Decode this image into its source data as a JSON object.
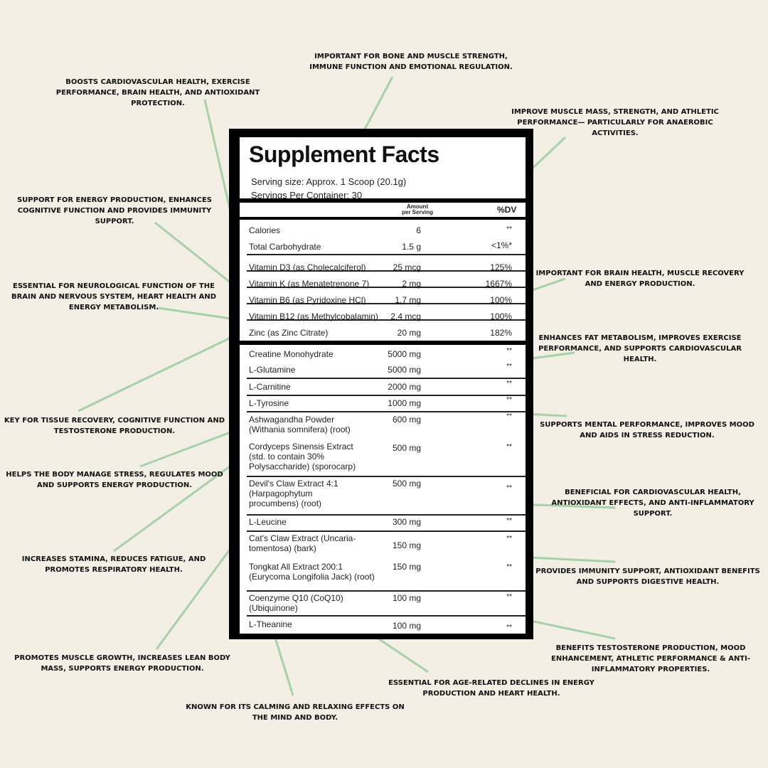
{
  "label": {
    "title": "Supplement Facts",
    "serving_size": "Serving size: Approx. 1 Scoop (20.1g)",
    "servings": "Servings Per Container: 30",
    "amount_header": [
      "Amount",
      "per Serving"
    ],
    "dv_header": "%DV"
  },
  "rows": [
    {
      "name": [
        "Calories"
      ],
      "amount": "6",
      "dv": "**"
    },
    {
      "name": [
        "Total Carbohydrate"
      ],
      "amount": "1.5 g",
      "dv": "<1%*"
    },
    {
      "name": [
        "Vitamin D3 (as Cholecalciferol)"
      ],
      "amount": "25 mcg",
      "dv": "125%"
    },
    {
      "name": [
        "Vitamin K (as Menatetrenone 7)"
      ],
      "amount": "2 mg",
      "dv": "1667%"
    },
    {
      "name": [
        "Vitamin B6 (as Pyridoxine HCl)"
      ],
      "amount": "1.7 mg",
      "dv": "100%"
    },
    {
      "name": [
        "Vitamin B12 (as Methylcobalamin)"
      ],
      "amount": "2.4 mcg",
      "dv": "100%"
    },
    {
      "name": [
        "Zinc (as Zinc Citrate)"
      ],
      "amount": "20 mg",
      "dv": "182%"
    },
    {
      "name": [
        "Creatine Monohydrate"
      ],
      "amount": "5000 mg",
      "dv": "**"
    },
    {
      "name": [
        "L-Glutamine"
      ],
      "amount": "5000 mg",
      "dv": "**"
    },
    {
      "name": [
        "L-Carnitine"
      ],
      "amount": "2000 mg",
      "dv": "**"
    },
    {
      "name": [
        "L-Tyrosine"
      ],
      "amount": "1000 mg",
      "dv": "**"
    },
    {
      "name": [
        "Ashwagandha Powder",
        "(Withania somnifera) (root)"
      ],
      "amount": "600 mg",
      "dv": "**"
    },
    {
      "name": [
        "Cordyceps Sinensis Extract",
        "(std. to contain 30%",
        "Polysaccharide) (sporocarp)"
      ],
      "amount": "500 mg",
      "dv": "**"
    },
    {
      "name": [
        "Devil's Claw Extract 4:1",
        "(Harpagophytum",
        "procumbens) (root)"
      ],
      "amount": "500 mg",
      "dv": "**"
    },
    {
      "name": [
        "L-Leucine"
      ],
      "amount": "300 mg",
      "dv": "**"
    },
    {
      "name": [
        "Cat's Claw Extract (Uncaria-",
        "tomentosa) (bark)"
      ],
      "amount": "150 mg",
      "dv": "**"
    },
    {
      "name": [
        "Tongkat All Extract 200:1",
        "(Eurycoma Longifolia Jack) (root)"
      ],
      "amount": "150 mg",
      "dv": "**"
    },
    {
      "name": [
        "Coenzyme Q10 (CoQ10)",
        "(Ubiquinone)"
      ],
      "amount": "100 mg",
      "dv": "**"
    },
    {
      "name": [
        "L-Theanine"
      ],
      "amount": "100 mg",
      "dv": "**"
    }
  ],
  "annotations": [
    {
      "lines": [
        "IMPORTANT FOR BONE AND MUSCLE STRENGTH,",
        "IMMUNE FUNCTION AND EMOTIONAL REGULATION."
      ],
      "target": "Vitamin D3"
    },
    {
      "lines": [
        "BOOSTS CARDIOVASCULAR HEALTH, EXERCISE",
        "PERFORMANCE, BRAIN HEALTH, AND ANTIOXIDANT",
        "PROTECTION."
      ],
      "target": "Vitamin K"
    },
    {
      "lines": [
        "IMPROVE MUSCLE MASS, STRENGTH, AND ATHLETIC",
        "PERFORMANCE— PARTICULARLY FOR ANAEROBIC",
        "ACTIVITIES."
      ],
      "target": "Creatine Monohydrate"
    },
    {
      "lines": [
        "SUPPORT FOR ENERGY PRODUCTION, ENHANCES",
        "COGNITIVE FUNCTION AND PROVIDES IMMUNITY",
        "SUPPORT."
      ],
      "target": "Vitamin B6"
    },
    {
      "lines": [
        "ESSENTIAL FOR NEUROLOGICAL FUNCTION OF THE",
        "BRAIN AND NERVOUS SYSTEM, HEART HEALTH AND",
        "ENERGY METABOLISM."
      ],
      "target": "Vitamin B12"
    },
    {
      "lines": [
        "IMPORTANT FOR BRAIN HEALTH, MUSCLE RECOVERY",
        "AND ENERGY PRODUCTION."
      ],
      "target": "L-Glutamine"
    },
    {
      "lines": [
        "ENHANCES FAT METABOLISM, IMPROVES EXERCISE",
        "PERFORMANCE, AND SUPPORTS CARDIOVASCULAR",
        "HEALTH."
      ],
      "target": "L-Carnitine"
    },
    {
      "lines": [
        "KEY FOR TISSUE RECOVERY, COGNITIVE FUNCTION AND",
        "TESTOSTERONE PRODUCTION."
      ],
      "target": "Zinc"
    },
    {
      "lines": [
        "SUPPORTS MENTAL PERFORMANCE, IMPROVES MOOD",
        "AND AIDS IN STRESS REDUCTION."
      ],
      "target": "L-Tyrosine"
    },
    {
      "lines": [
        "HELPS THE BODY MANAGE STRESS, REGULATES MOOD",
        "AND SUPPORTS ENERGY PRODUCTION."
      ],
      "target": "Ashwagandha Powder"
    },
    {
      "lines": [
        "BENEFICIAL FOR CARDIOVASCULAR HEALTH,",
        "ANTIOXIDANT EFFECTS, AND ANTI-INFLAMMATORY",
        "SUPPORT."
      ],
      "target": "Devil's Claw Extract"
    },
    {
      "lines": [
        "INCREASES STAMINA, REDUCES FATIGUE, AND",
        "PROMOTES RESPIRATORY HEALTH."
      ],
      "target": "Cordyceps Sinensis Extract"
    },
    {
      "lines": [
        "PROVIDES IMMUNITY SUPPORT, ANTIOXIDANT BENEFITS",
        "AND SUPPORTS DIGESTIVE HEALTH."
      ],
      "target": "Cat's Claw Extract"
    },
    {
      "lines": [
        "PROMOTES MUSCLE GROWTH, INCREASES LEAN BODY",
        "MASS, SUPPORTS ENERGY PRODUCTION."
      ],
      "target": "L-Leucine"
    },
    {
      "lines": [
        "BENEFITS TESTOSTERONE PRODUCTION, MOOD",
        "ENHANCEMENT, ATHLETIC PERFORMANCE & ANTI-",
        "INFLAMMATORY PROPERTIES."
      ],
      "target": "Tongkat All Extract"
    },
    {
      "lines": [
        "ESSENTIAL FOR AGE-RELATED DECLINES IN ENERGY",
        "PRODUCTION AND HEART HEALTH."
      ],
      "target": "Coenzyme Q10"
    },
    {
      "lines": [
        "KNOWN FOR ITS CALMING AND RELAXING EFFECTS ON",
        "THE MIND AND BODY."
      ],
      "target": "L-Theanine"
    }
  ],
  "colors": {
    "background": "#f3efe5",
    "arrow": "#a7d1a8",
    "panel": "#000000"
  }
}
